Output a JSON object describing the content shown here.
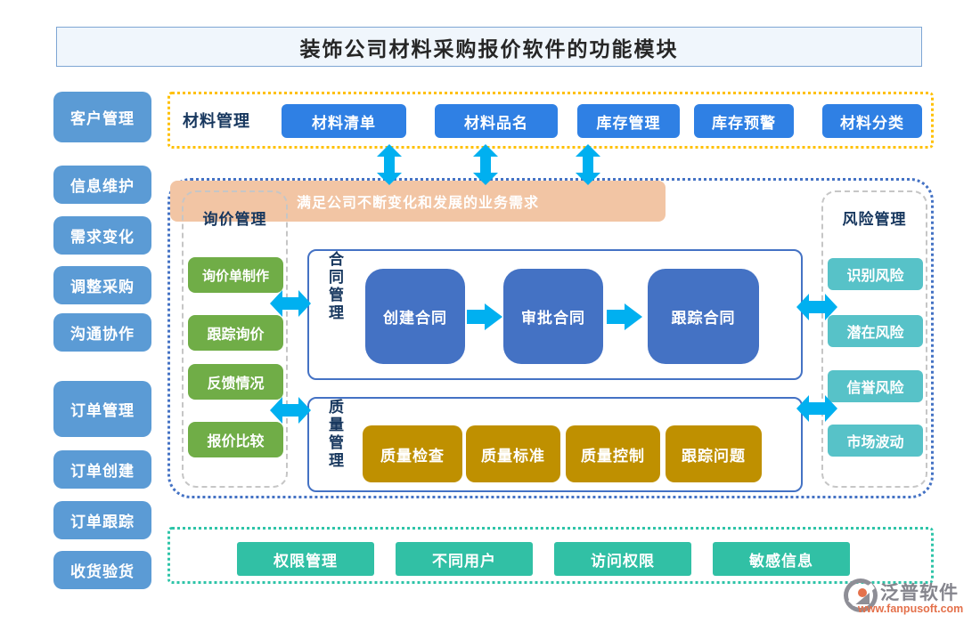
{
  "title": "装饰公司材料采购报价软件的功能模块",
  "sidebar": {
    "items": [
      "客户管理",
      "信息维护",
      "需求变化",
      "调整采购",
      "沟通协作",
      "订单管理",
      "订单创建",
      "订单跟踪",
      "收货验货"
    ]
  },
  "material": {
    "label": "材料管理",
    "buttons": [
      "材料清单",
      "材料品名",
      "库存管理",
      "库存预警",
      "材料分类"
    ]
  },
  "core": {
    "banner": "满足公司不断变化和发展的业务需求",
    "inquiry": {
      "label": "询价管理",
      "buttons": [
        "询价单制作",
        "跟踪询价",
        "反馈情况",
        "报价比较"
      ]
    },
    "contract": {
      "label": "合同管理",
      "steps": [
        "创建合同",
        "审批合同",
        "跟踪合同"
      ]
    },
    "quality": {
      "label": "质量管理",
      "buttons": [
        "质量检查",
        "质量标准",
        "质量控制",
        "跟踪问题"
      ]
    },
    "risk": {
      "label": "风险管理",
      "buttons": [
        "识别风险",
        "潜在风险",
        "信誉风险",
        "市场波动"
      ]
    }
  },
  "permissions": {
    "buttons": [
      "权限管理",
      "不同用户",
      "访问权限",
      "敏感信息"
    ]
  },
  "footer": {
    "brand": "泛普软件",
    "url": "www.fanpusoft.com"
  },
  "colors": {
    "sidebar": "#5B9BD5",
    "material_btn": "#2F80E4",
    "material_border": "#FFC000",
    "core_border": "#4472C4",
    "inquiry_btn": "#70AD47",
    "contract_btn": "#4472C4",
    "quality_btn": "#BF9000",
    "risk_btn": "#57C2C8",
    "banner_bg": "#F2C5A4",
    "permission_btn": "#31C0A5",
    "permission_border": "#2EC4A8",
    "arrow": "#00B0F0"
  }
}
